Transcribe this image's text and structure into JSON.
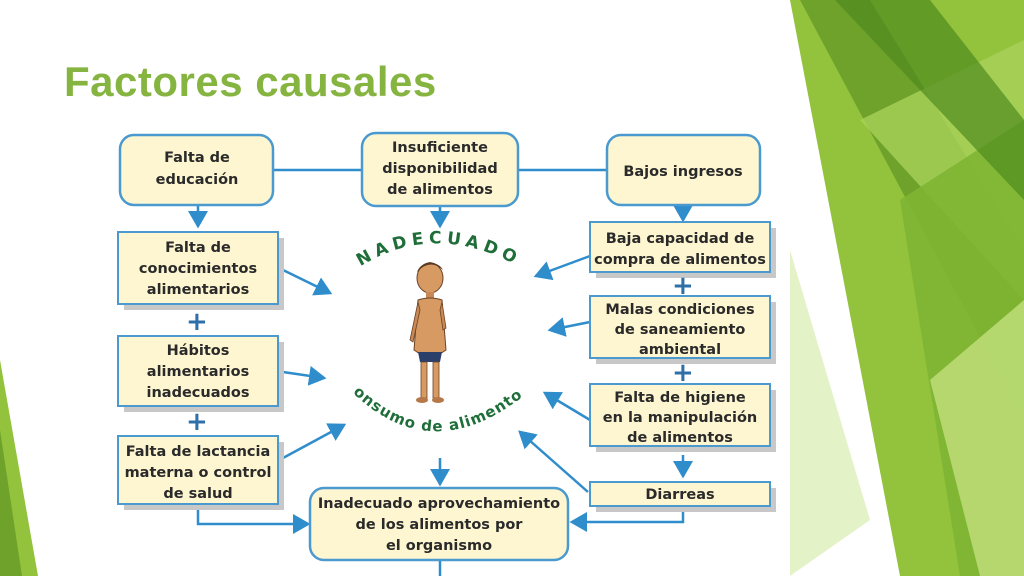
{
  "slide": {
    "title": "Factores causales",
    "accent_color": "#86b440"
  },
  "diagram": {
    "boxes": {
      "falta_educacion": [
        "Falta de",
        "educación"
      ],
      "insuficiente": [
        "Insuficiente",
        "disponibilidad",
        "de alimentos"
      ],
      "bajos_ingresos": [
        "Bajos ingresos"
      ],
      "falta_conocimientos": [
        "Falta de",
        "conocimientos",
        "alimentarios"
      ],
      "habitos": [
        "Hábitos",
        "alimentarios",
        "inadecuados"
      ],
      "lactancia": [
        "Falta de lactancia",
        "materna o control",
        "de salud"
      ],
      "baja_capacidad": [
        "Baja capacidad de",
        "compra de alimentos"
      ],
      "malas_condiciones": [
        "Malas condiciones",
        "de saneamiento",
        "ambiental"
      ],
      "falta_higiene": [
        "Falta de higiene",
        "en la manipulación",
        "de alimentos"
      ],
      "diarreas": [
        "Diarreas"
      ],
      "inadecuado_aprovechamiento": [
        "Inadecuado aprovechamiento",
        "de los alimentos por",
        "el organismo"
      ]
    },
    "arc_top_text": "INADECUADO",
    "arc_bottom_text": "Consumo de alimentos",
    "plus_sign": "+",
    "colors": {
      "box_fill": "#fdf6d0",
      "box_border": "#4a9ad0",
      "arrow": "#2f8dcc",
      "arc_text": "#1f6e3a"
    }
  }
}
